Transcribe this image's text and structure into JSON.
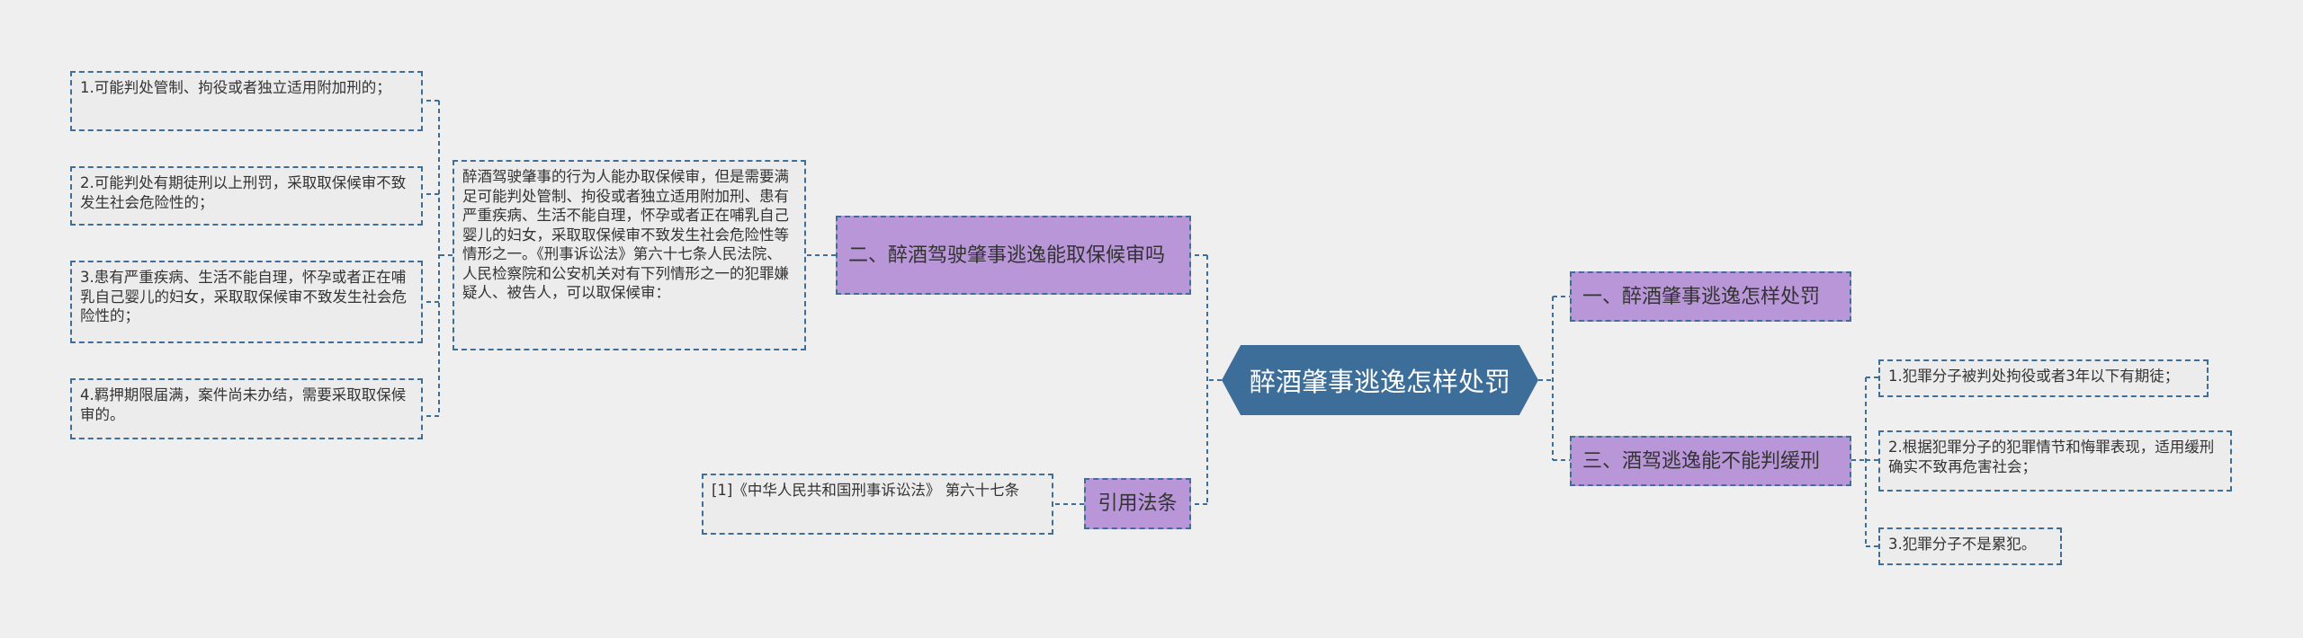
{
  "root": {
    "label": "醉酒肇事逃逸怎样处罚"
  },
  "branches": {
    "b1": {
      "label": "一、醉酒肇事逃逸怎样处罚"
    },
    "b2": {
      "label": "二、醉酒驾驶肇事逃逸能取保候审吗"
    },
    "b3": {
      "label": "三、酒驾逃逸能不能判缓刑"
    },
    "b4": {
      "label": "引用法条"
    }
  },
  "b2_detail": "醉酒驾驶肇事的行为人能办取保候审，但是需要满足可能判处管制、拘役或者独立适用附加刑、患有严重疾病、生活不能自理，怀孕或者正在哺乳自己婴儿的妇女，采取取保候审不致发生社会危险性等情形之一。《刑事诉讼法》第六十七条人民法院、人民检察院和公安机关对有下列情形之一的犯罪嫌疑人、被告人，可以取保候审：",
  "b2_conditions": [
    "1.可能判处管制、拘役或者独立适用附加刑的；",
    "2.可能判处有期徒刑以上刑罚，采取取保候审不致发生社会危险性的；",
    "3.患有严重疾病、生活不能自理，怀孕或者正在哺乳自己婴儿的妇女，采取取保候审不致发生社会危险性的；",
    "4.羁押期限届满，案件尚未办结，需要采取取保候审的。"
  ],
  "b3_conditions": [
    "1.犯罪分子被判处拘役或者3年以下有期徒；",
    "2.根据犯罪分子的犯罪情节和悔罪表现，适用缓刑确实不致再危害社会；",
    "3.犯罪分子不是累犯。"
  ],
  "b4_citation": "[1]《中华人民共和国刑事诉讼法》 第六十七条",
  "colors": {
    "background": "#efeff0",
    "root_fill": "#3c6e99",
    "branch_fill": "#b896d8",
    "leaf_fill": "#ececed",
    "connector": "#3f6f99"
  }
}
